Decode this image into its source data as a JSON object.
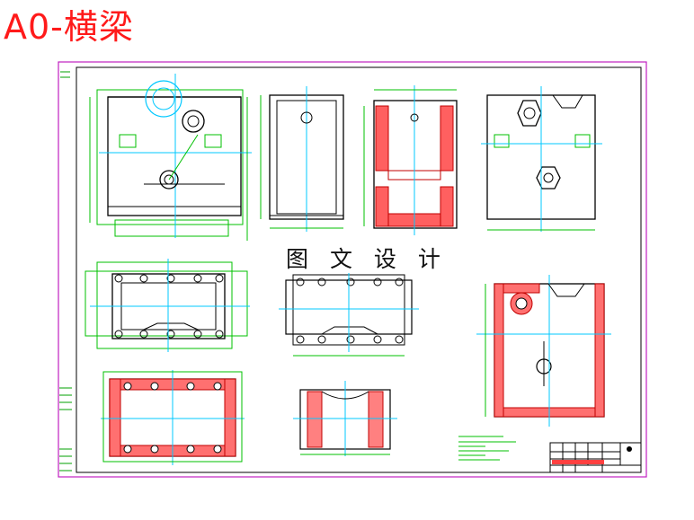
{
  "header": {
    "title": "A0-横梁"
  },
  "drawing": {
    "watermark": "图 文 设 计",
    "colors": {
      "frame": "#c020c0",
      "outline": "#000000",
      "dimension": "#00c000",
      "centerline": "#00c8ff",
      "section": "#ff2020",
      "hatch": "#c04040"
    },
    "views": [
      "front-view",
      "side-view",
      "section-view",
      "rear-view",
      "top-view",
      "middle-plan-view",
      "large-section-view",
      "bottom-section-view",
      "partial-section-view"
    ]
  }
}
